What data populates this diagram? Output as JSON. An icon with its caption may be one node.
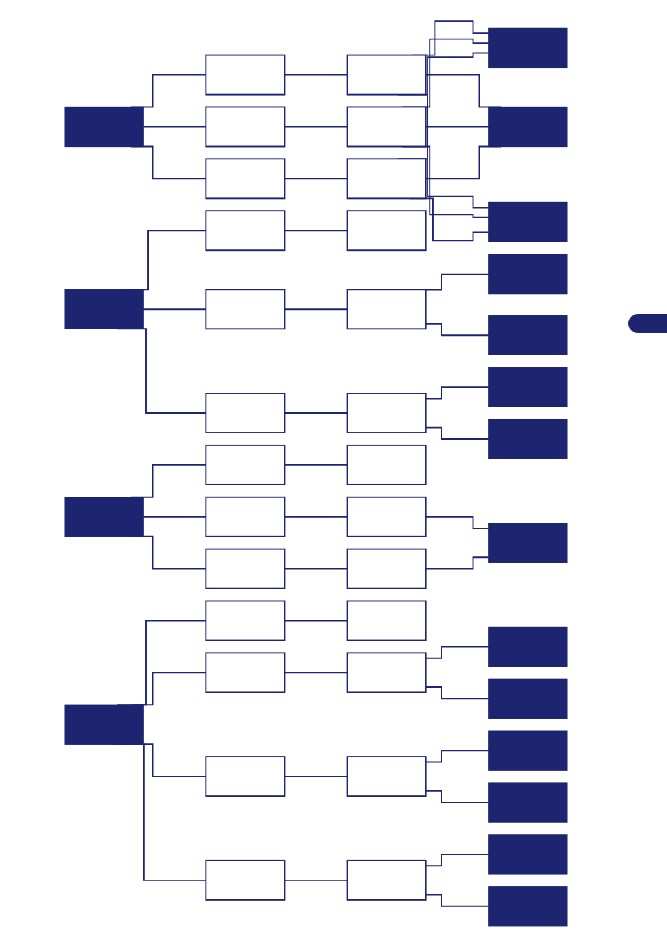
{
  "diagram": {
    "nodes": [
      {
        "text": [],
        "shape": "bar"
      },
      {
        "text": [],
        "shape": "box"
      },
      {
        "text": [],
        "shape": "box"
      },
      {
        "text": [],
        "shape": "box"
      },
      {
        "text": [],
        "shape": "box"
      },
      {
        "text": [],
        "shape": "box"
      },
      {
        "text": [],
        "shape": "box"
      },
      {
        "text": [],
        "shape": "bar"
      },
      {
        "text": [],
        "shape": "bar"
      },
      {
        "text": [],
        "shape": "bar"
      },
      {
        "text": [],
        "shape": "bar"
      },
      {
        "text": [],
        "shape": "box"
      },
      {
        "text": [],
        "shape": "box"
      },
      {
        "text": [],
        "shape": "box"
      },
      {
        "text": [],
        "shape": "box"
      },
      {
        "text": [],
        "shape": "box"
      },
      {
        "text": [],
        "shape": "box"
      },
      {
        "text": [],
        "shape": "bar"
      },
      {
        "text": [],
        "shape": "bar"
      },
      {
        "text": [],
        "shape": "bar"
      },
      {
        "text": [],
        "shape": "bar"
      },
      {
        "text": [],
        "shape": "bar"
      },
      {
        "text": [],
        "shape": "box"
      },
      {
        "text": [],
        "shape": "box"
      },
      {
        "text": [],
        "shape": "box"
      },
      {
        "text": [],
        "shape": "box"
      },
      {
        "text": [],
        "shape": "box"
      },
      {
        "text": [],
        "shape": "box"
      },
      {
        "text": [],
        "shape": "bar"
      },
      {
        "text": [],
        "shape": "bar"
      },
      {
        "text": [],
        "shape": "box"
      },
      {
        "text": [],
        "shape": "box"
      },
      {
        "text": [],
        "shape": "box"
      },
      {
        "text": [],
        "shape": "box"
      },
      {
        "text": [],
        "shape": "box"
      },
      {
        "text": [],
        "shape": "box"
      },
      {
        "text": [],
        "shape": "box"
      },
      {
        "text": [],
        "shape": "box"
      },
      {
        "text": [],
        "shape": "bar"
      },
      {
        "text": [],
        "shape": "bar"
      },
      {
        "text": [],
        "shape": "bar"
      },
      {
        "text": [],
        "shape": "bar"
      },
      {
        "text": [],
        "shape": "bar"
      },
      {
        "text": [],
        "shape": "bar"
      }
    ],
    "edges": [
      {
        "from": 0,
        "to": 1,
        "arrow": "none"
      },
      {
        "from": 0,
        "to": 2,
        "arrow": "none"
      },
      {
        "from": 0,
        "to": 3,
        "arrow": "none"
      },
      {
        "from": 1,
        "to": 4,
        "arrow": "none"
      },
      {
        "from": 2,
        "to": 5,
        "arrow": "none"
      },
      {
        "from": 3,
        "to": 6,
        "arrow": "none"
      },
      {
        "from": 4,
        "to": 7,
        "arrow": "none"
      },
      {
        "from": 4,
        "to": 8,
        "arrow": "none"
      },
      {
        "from": 4,
        "to": 9,
        "arrow": "none"
      },
      {
        "from": 5,
        "to": 7,
        "arrow": "none"
      },
      {
        "from": 5,
        "to": 8,
        "arrow": "none"
      },
      {
        "from": 5,
        "to": 9,
        "arrow": "none"
      },
      {
        "from": 6,
        "to": 7,
        "arrow": "none"
      },
      {
        "from": 6,
        "to": 8,
        "arrow": "none"
      },
      {
        "from": 6,
        "to": 9,
        "arrow": "none"
      },
      {
        "from": 10,
        "to": 11,
        "arrow": "none"
      },
      {
        "from": 10,
        "to": 12,
        "arrow": "none"
      },
      {
        "from": 10,
        "to": 13,
        "arrow": "none"
      },
      {
        "from": 11,
        "to": 14,
        "arrow": "none"
      },
      {
        "from": 12,
        "to": 15,
        "arrow": "none"
      },
      {
        "from": 13,
        "to": 16,
        "arrow": "none"
      },
      {
        "from": 15,
        "to": 17,
        "arrow": "none"
      },
      {
        "from": 15,
        "to": 18,
        "arrow": "none"
      },
      {
        "from": 16,
        "to": 19,
        "arrow": "none"
      },
      {
        "from": 16,
        "to": 20,
        "arrow": "none"
      },
      {
        "from": 21,
        "to": 22,
        "arrow": "none"
      },
      {
        "from": 21,
        "to": 23,
        "arrow": "none"
      },
      {
        "from": 21,
        "to": 24,
        "arrow": "none"
      },
      {
        "from": 22,
        "to": 25,
        "arrow": "none"
      },
      {
        "from": 23,
        "to": 26,
        "arrow": "none"
      },
      {
        "from": 24,
        "to": 27,
        "arrow": "none"
      },
      {
        "from": 26,
        "to": 28,
        "arrow": "none"
      },
      {
        "from": 27,
        "to": 28,
        "arrow": "none"
      },
      {
        "from": 29,
        "to": 30,
        "arrow": "none"
      },
      {
        "from": 29,
        "to": 31,
        "arrow": "none"
      },
      {
        "from": 29,
        "to": 32,
        "arrow": "none"
      },
      {
        "from": 29,
        "to": 33,
        "arrow": "none"
      },
      {
        "from": 30,
        "to": 34,
        "arrow": "none"
      },
      {
        "from": 31,
        "to": 35,
        "arrow": "none"
      },
      {
        "from": 32,
        "to": 36,
        "arrow": "none"
      },
      {
        "from": 33,
        "to": 37,
        "arrow": "none"
      },
      {
        "from": 35,
        "to": 38,
        "arrow": "none"
      },
      {
        "from": 35,
        "to": 39,
        "arrow": "none"
      },
      {
        "from": 36,
        "to": 40,
        "arrow": "none"
      },
      {
        "from": 36,
        "to": 41,
        "arrow": "none"
      },
      {
        "from": 37,
        "to": 42,
        "arrow": "none"
      },
      {
        "from": 37,
        "to": 43,
        "arrow": "none"
      }
    ]
  }
}
